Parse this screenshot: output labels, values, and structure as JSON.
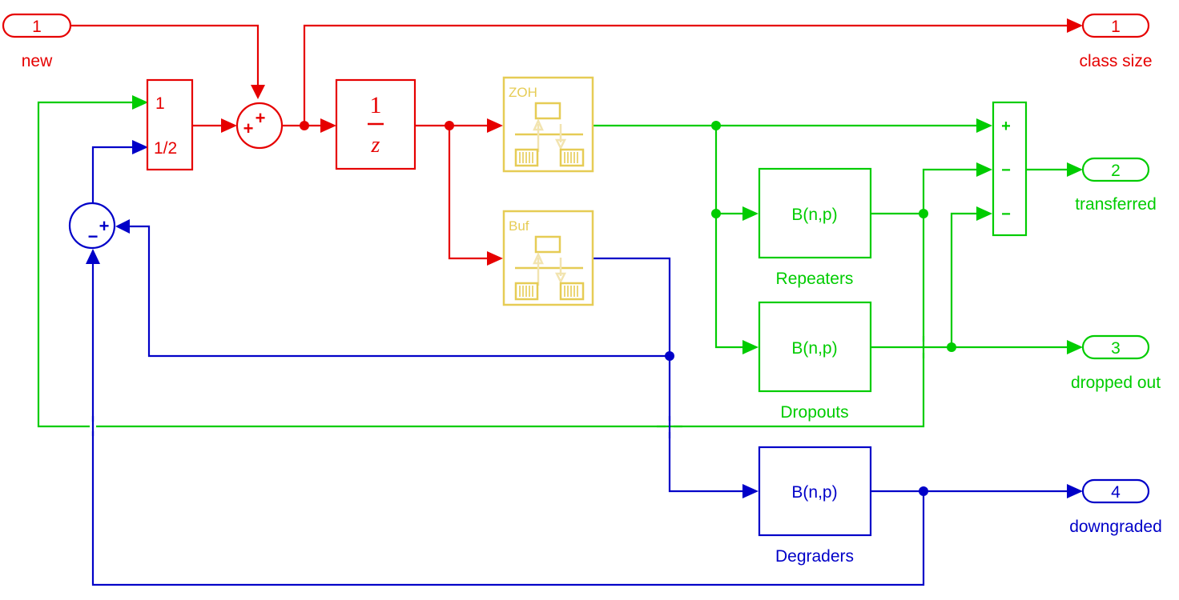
{
  "colors": {
    "red": "#e60000",
    "green": "#00cc00",
    "blue": "#0000c8",
    "yellow": "#e6cc55"
  },
  "inports": [
    {
      "number": "1",
      "label": "new"
    }
  ],
  "outports": [
    {
      "number": "1",
      "label": "class size"
    },
    {
      "number": "2",
      "label": "transferred"
    },
    {
      "number": "3",
      "label": "dropped out"
    },
    {
      "number": "4",
      "label": "downgraded"
    }
  ],
  "blocks": {
    "gain_vector": {
      "row1": "1",
      "row2": "1/2"
    },
    "sum_top": {
      "signs": [
        "+",
        "+"
      ]
    },
    "unit_delay": {
      "numerator": "1",
      "denominator": "z"
    },
    "zoh": {
      "label": "ZOH"
    },
    "buf": {
      "label": "Buf"
    },
    "repeaters": {
      "text": "B(n,p)",
      "label": "Repeaters"
    },
    "dropouts": {
      "text": "B(n,p)",
      "label": "Dropouts"
    },
    "degraders": {
      "text": "B(n,p)",
      "label": "Degraders"
    },
    "sum_right": {
      "signs": [
        "+",
        "−",
        "−"
      ]
    },
    "sum_left": {
      "signs": [
        "+",
        "−"
      ]
    }
  }
}
